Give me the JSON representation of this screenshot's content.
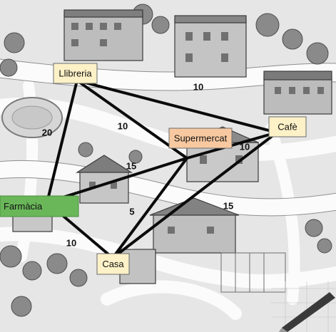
{
  "nodes": [
    {
      "id": "llibreria",
      "label": "Llibreria",
      "fill": "#fdf1c7",
      "stroke": "#6b6b6b"
    },
    {
      "id": "supermercat",
      "label": "Supermercat",
      "fill": "#f8c9a0",
      "stroke": "#6b6b6b"
    },
    {
      "id": "cafe",
      "label": "Cafè",
      "fill": "#fdf1c7",
      "stroke": "#6b6b6b"
    },
    {
      "id": "farmacia",
      "label": "Farmàcia",
      "fill": "#6ab75a",
      "stroke": "#4a8c3c"
    },
    {
      "id": "casa",
      "label": "Casa",
      "fill": "#fdf1c7",
      "stroke": "#6b6b6b"
    }
  ],
  "edges": [
    {
      "from": "llibreria",
      "to": "cafe",
      "weight": "10"
    },
    {
      "from": "llibreria",
      "to": "supermercat",
      "weight": "10"
    },
    {
      "from": "llibreria",
      "to": "farmacia",
      "weight": "20"
    },
    {
      "from": "supermercat",
      "to": "cafe",
      "weight": "10"
    },
    {
      "from": "supermercat",
      "to": "farmacia",
      "weight": "15"
    },
    {
      "from": "supermercat",
      "to": "casa",
      "weight": "5"
    },
    {
      "from": "cafe",
      "to": "casa",
      "weight": "15"
    },
    {
      "from": "farmacia",
      "to": "casa",
      "weight": "10"
    }
  ]
}
